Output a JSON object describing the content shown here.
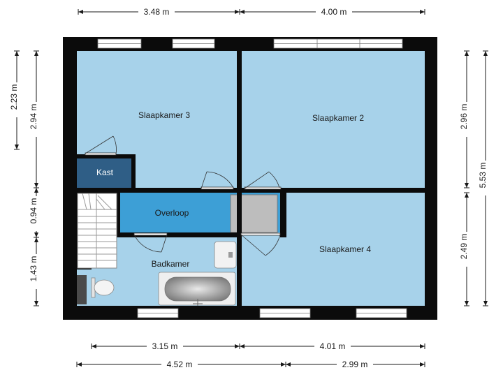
{
  "rooms": {
    "slaapkamer3": "Slaapkamer 3",
    "slaapkamer2": "Slaapkamer 2",
    "kast": "Kast",
    "overloop": "Overloop",
    "badkamer": "Badkamer",
    "slaapkamer4": "Slaapkamer 4"
  },
  "dimensions": {
    "top_left": "3.48 m",
    "top_right": "4.00 m",
    "bottom_row1_left": "3.15 m",
    "bottom_row1_right": "4.01 m",
    "bottom_row2_left": "4.52 m",
    "bottom_row2_right": "2.99 m",
    "left_outer_top": "2.23 m",
    "left_inner_top": "2.94 m",
    "left_mid": "0.94 m",
    "left_bottom": "1.43 m",
    "right_inner_top": "2.96 m",
    "right_inner_bottom": "2.49 m",
    "right_outer": "5.53 m"
  },
  "colors": {
    "room_fill": "#a7d2ea",
    "overloop_fill": "#3d9fd6",
    "kast_fill": "#2f5e86",
    "stair_fill": "#ffffff",
    "void_fill": "#bdbdbd",
    "wall": "#0b0b0b"
  }
}
